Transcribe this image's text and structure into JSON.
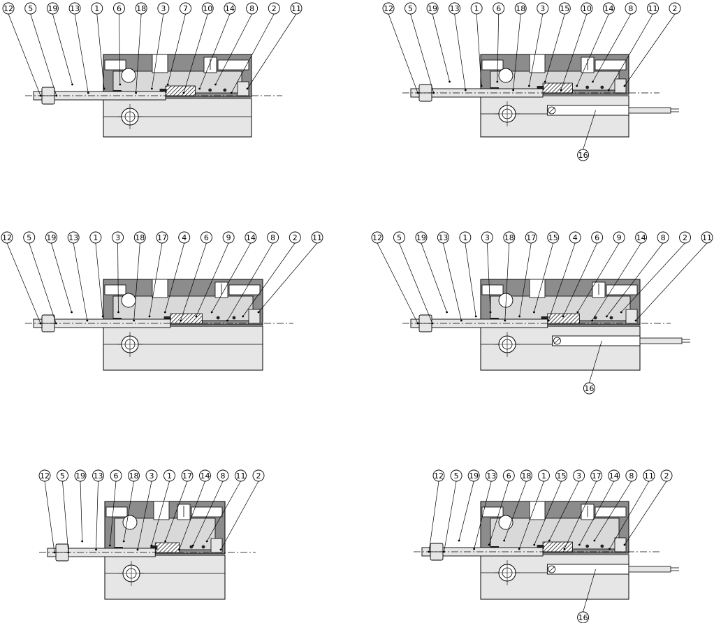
{
  "colors": {
    "body": "#e6e6e6",
    "cutaway": "#8c8c8c",
    "line": "#000000",
    "seal": "#222222"
  },
  "views": [
    {
      "id": "top-left",
      "kind": "standard",
      "callouts_top": [
        "12",
        "5",
        "19",
        "13",
        "1",
        "6",
        "18",
        "3",
        "7",
        "10",
        "14",
        "8",
        "2",
        "11"
      ],
      "callouts_bottom": []
    },
    {
      "id": "top-right",
      "kind": "with-switch",
      "callouts_top": [
        "12",
        "5",
        "19",
        "13",
        "1",
        "6",
        "18",
        "3",
        "15",
        "10",
        "14",
        "8",
        "11",
        "2"
      ],
      "callouts_bottom": [
        "16"
      ]
    },
    {
      "id": "mid-left",
      "kind": "standard",
      "callouts_top": [
        "12",
        "5",
        "19",
        "13",
        "1",
        "3",
        "18",
        "17",
        "4",
        "6",
        "9",
        "14",
        "8",
        "2",
        "11"
      ],
      "callouts_bottom": []
    },
    {
      "id": "mid-right",
      "kind": "with-switch",
      "callouts_top": [
        "12",
        "5",
        "19",
        "13",
        "1",
        "3",
        "18",
        "17",
        "15",
        "4",
        "6",
        "9",
        "14",
        "8",
        "2",
        "11"
      ],
      "callouts_bottom": [
        "16"
      ]
    },
    {
      "id": "bottom-left",
      "kind": "standard",
      "callouts_top": [
        "12",
        "5",
        "19",
        "13",
        "6",
        "18",
        "3",
        "1",
        "17",
        "14",
        "8",
        "11",
        "2"
      ],
      "callouts_bottom": []
    },
    {
      "id": "bottom-right",
      "kind": "with-switch",
      "callouts_top": [
        "12",
        "5",
        "19",
        "13",
        "6",
        "18",
        "1",
        "15",
        "3",
        "17",
        "14",
        "8",
        "11",
        "2"
      ],
      "callouts_bottom": [
        "16"
      ]
    }
  ]
}
